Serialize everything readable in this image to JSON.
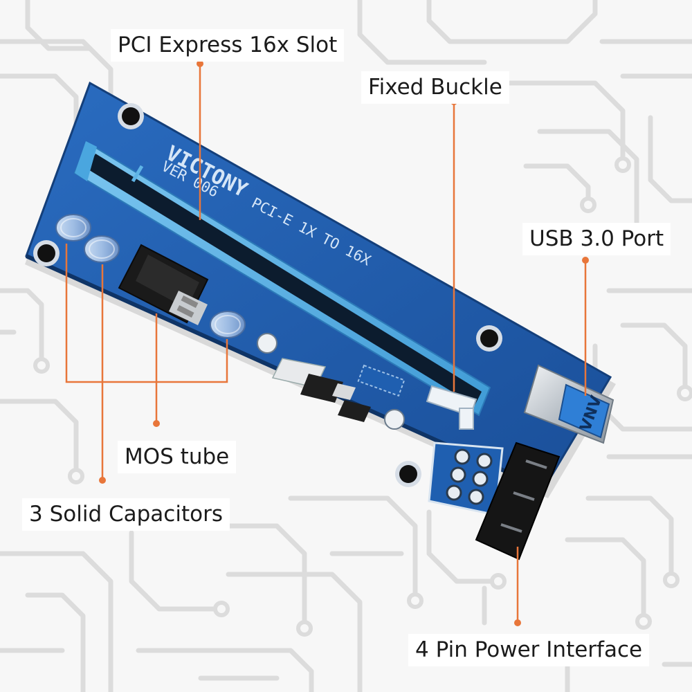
{
  "board": {
    "brand": "VICTONY",
    "version": "VER 006",
    "model": "PCI-E 1X TO 16X",
    "usb_mark": "VNV"
  },
  "callouts": {
    "pcie_slot": "PCI Express 16x Slot",
    "fixed_buckle": "Fixed Buckle",
    "usb_port": "USB 3.0 Port",
    "mos_tube": "MOS tube",
    "capacitors": "3 Solid Capacitors",
    "power_interface": "4 Pin Power Interface"
  },
  "colors": {
    "pcb": "#1f5fb0",
    "pcb_dark": "#174d94",
    "slot": "#5fb4e6",
    "leader": "#e8763a",
    "usb_inner": "#2f7fd6"
  },
  "icons": {
    "background": "circuit-trace-pattern",
    "mounting_holes": "mounting-hole-icon"
  }
}
